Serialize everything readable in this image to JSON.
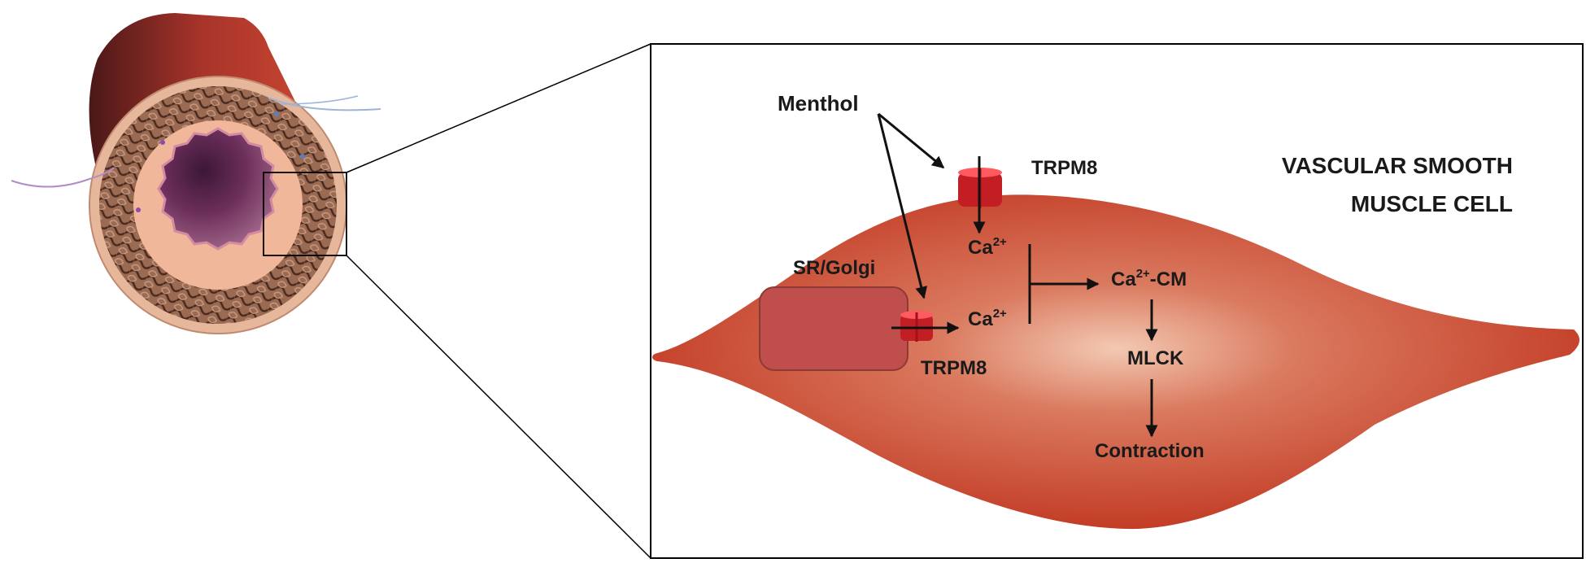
{
  "labels": {
    "menthol": "Menthol",
    "trpm8_membrane": "TRPM8",
    "trpm8_sr": "TRPM8",
    "title_line1": "VASCULAR SMOOTH",
    "title_line2": "MUSCLE CELL",
    "sr_golgi": "SR/Golgi",
    "ca_upper": "Ca",
    "ca_upper_sup": "2+",
    "ca_lower": "Ca",
    "ca_lower_sup": "2+",
    "ca_cm_prefix": "Ca",
    "ca_cm_sup": "2+",
    "ca_cm_suffix": "-CM",
    "mlck": "MLCK",
    "contraction": "Contraction"
  },
  "colors": {
    "cell_center": "#f3c9b3",
    "cell_edge": "#c23a24",
    "channel": "#e3232a",
    "sr_fill": "#c04e4c",
    "sr_stroke": "#8c3a35",
    "vessel_outer": "#c8402d",
    "vessel_dark": "#6b1f1f",
    "lumen": "#6b2e5a",
    "text": "#1a1a1a"
  }
}
